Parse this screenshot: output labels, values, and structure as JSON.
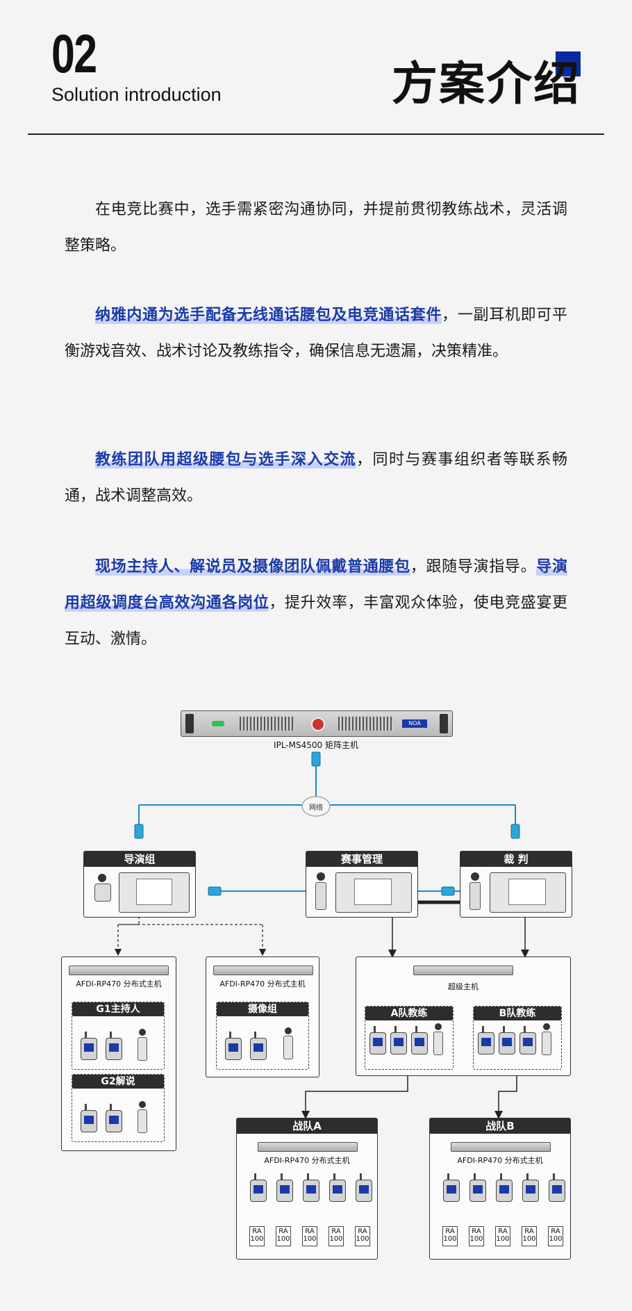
{
  "header": {
    "number": "02",
    "subtitle": "Solution introduction",
    "title": "方案介绍"
  },
  "paragraphs": {
    "p1": "在电竞比赛中，选手需紧密沟通协同，并提前贯彻教练战术，灵活调整策略。",
    "p2_hl": "纳雅内通为选手配备无线通话腰包及电竞通话套件",
    "p2_rest": "，一副耳机即可平衡游戏音效、战术讨论及教练指令，确保信息无遗漏，决策精准。",
    "p3_hl": "教练团队用超级腰包与选手深入交流",
    "p3_rest": "，同时与赛事组织者等联系畅通，战术调整高效。",
    "p4_hl1": "现场主持人、解说员及摄像团队佩戴普通腰包",
    "p4_mid": "，跟随导演指导。",
    "p4_hl2": "导演用超级调度台高效沟通各岗位",
    "p4_rest": "，提升效率，丰富观众体验，使电竞盛宴更互动、激情。"
  },
  "diagram": {
    "matrix_label": "IPL-MS4500 矩阵主机",
    "switch_label": "网络",
    "director": "导演组",
    "event_mgmt": "赛事管理",
    "referee": "裁 判",
    "afdi_label": "AFDI-RP470 分布式主机",
    "super_host": "超级主机",
    "g1": "G1主持人",
    "g2": "G2解说",
    "camera": "摄像组",
    "coach_a": "A队教练",
    "coach_b": "B队教练",
    "team_a": "战队A",
    "team_b": "战队B",
    "ra_line1": "RA",
    "ra_line2": "100",
    "logo": "NOA"
  },
  "colors": {
    "accent": "#0a2aa0",
    "highlight_text": "#1a3aa8",
    "highlight_bg": "#c8d2f4",
    "cable": "#1a8ac8",
    "dark_header": "#2d2d2d"
  }
}
